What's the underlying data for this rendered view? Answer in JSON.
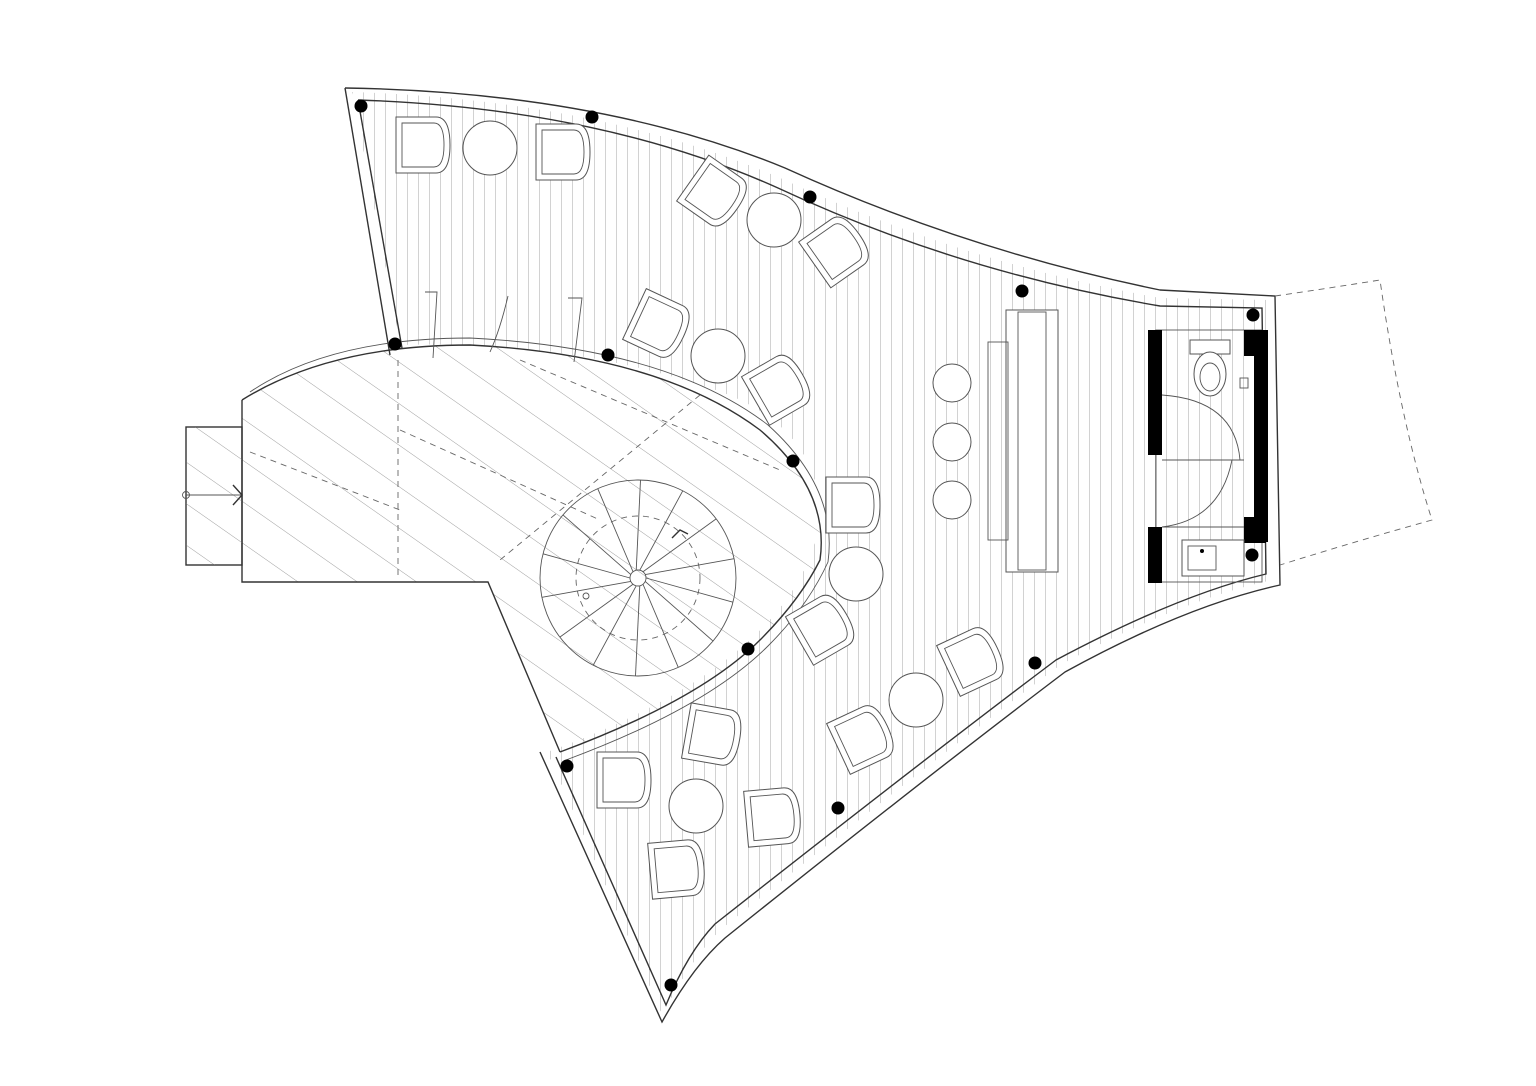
{
  "drawing": {
    "type": "architectural-floor-plan",
    "colors": {
      "line": "#333333",
      "column": "#000000",
      "background": "#ffffff"
    },
    "columns_count": 17,
    "elements": [
      "deck-floor",
      "glass-volume",
      "spiral-stair",
      "seating",
      "bar-counter",
      "bar-stools",
      "restroom",
      "entry-steps"
    ]
  }
}
